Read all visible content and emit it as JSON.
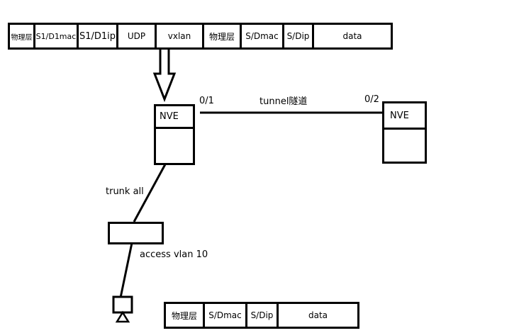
{
  "top_packet": {
    "fields": [
      "物理层",
      "S1/D1mac",
      "S1/D1ip",
      "UDP",
      "vxlan",
      "物理层",
      "S/Dmac",
      "S/Dip",
      "data"
    ]
  },
  "bottom_packet": {
    "fields": [
      "物理层",
      "S/Dmac",
      "S/Dip",
      "data"
    ]
  },
  "nve_left": {
    "label": "NVE"
  },
  "nve_right": {
    "label": "NVE"
  },
  "tunnel": {
    "label": "tunnel隧道",
    "port_left": "0/1",
    "port_right": "0/2"
  },
  "links": {
    "trunk_label": "trunk all",
    "access_label": "access vlan 10"
  }
}
